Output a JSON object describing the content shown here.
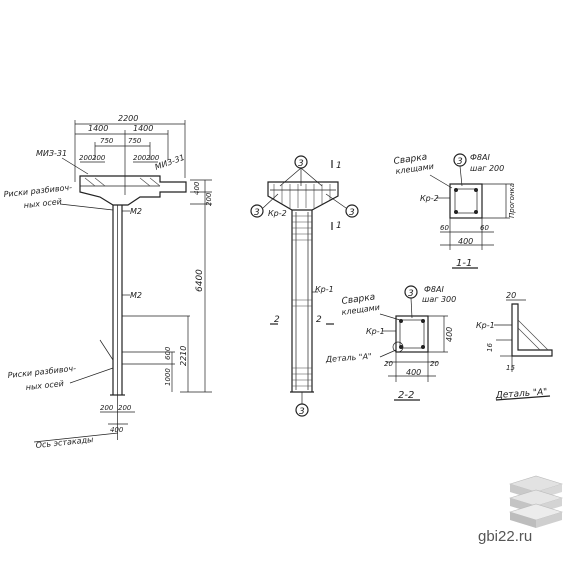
{
  "left_view": {
    "dims_top": [
      "2200",
      "1400",
      "1400",
      "750",
      "750"
    ],
    "dims_flange": [
      "200",
      "200",
      "200",
      "200"
    ],
    "dims_right": [
      "400",
      "200",
      "6400",
      "2210",
      "600",
      "1000"
    ],
    "dims_bottom": [
      "200",
      "200",
      "400"
    ],
    "labels": {
      "mizu_left": "МИЗ-31",
      "mizu_right": "МИЗ-31",
      "m2_top": "М2",
      "m2_mid": "М2",
      "risk_top_1": "Риски разбивоч-",
      "risk_top_2": "ных осей",
      "risk_bot_1": "Риски разбивоч-",
      "risk_bot_2": "ных осей",
      "axis": "Ось эстакады"
    }
  },
  "middle_view": {
    "mark_top": "3",
    "mark_left": "3",
    "mark_right": "3",
    "mark_bottom": "3",
    "kr2": "Кр-2",
    "kr1": "Кр-1",
    "sec_1": "1",
    "sec_1b": "1",
    "sec_2a": "2",
    "sec_2b": "2"
  },
  "section_1": {
    "note_1": "Сварка",
    "note_2": "клещами",
    "mark": "3",
    "bar_1": "Ф8АI",
    "bar_2": "шаг 200",
    "kr": "Кр-2",
    "side_dim": "Прогонка",
    "dims": [
      "60",
      "60",
      "400"
    ],
    "title": "1-1"
  },
  "section_2": {
    "note_1": "Сварка",
    "note_2": "клещами",
    "mark": "3",
    "bar_1": "Ф8АI",
    "bar_2": "шаг 300",
    "kr": "Кр-1",
    "detail": "Деталь \"А\"",
    "dims": [
      "20",
      "20",
      "400",
      "400"
    ],
    "title": "2-2"
  },
  "detail_a": {
    "top_dim": "20",
    "kr": "Кр-1",
    "left_dim": "16",
    "bottom_dim": "15",
    "title": "Деталь \"А\""
  },
  "site": "gbi22.ru"
}
